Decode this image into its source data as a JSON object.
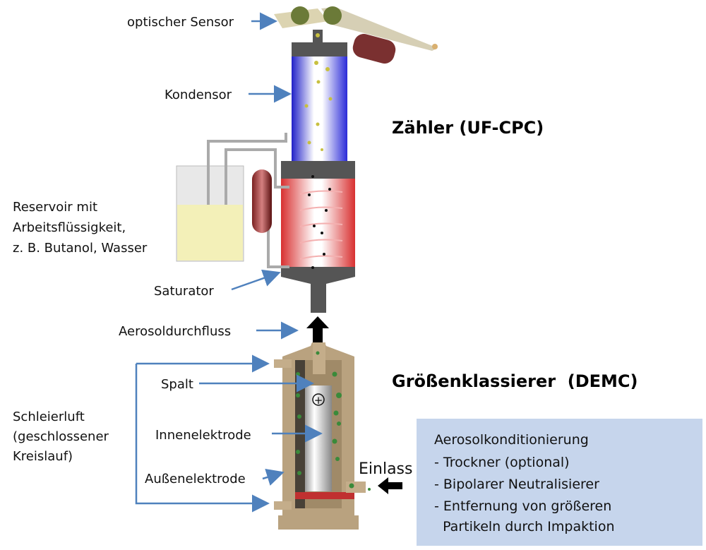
{
  "labels": {
    "optical_sensor": "optischer Sensor",
    "condenser": "Kondensor",
    "counter_title": "Zähler (UF-CPC)",
    "reservoir": [
      "Reservoir mit",
      "Arbeitsflüssigkeit,",
      "z. B. Butanol, Wasser"
    ],
    "saturator": "Saturator",
    "aerosol_flow": "Aerosoldurchfluss",
    "gap": "Spalt",
    "classifier_title": "Größenklassierer  (DEMC)",
    "sheath_air": [
      "Schleierluft",
      "(geschlossener",
      "Kreislauf)"
    ],
    "inner_electrode": "Innenelektrode",
    "outer_electrode": "Außenelektrode",
    "inlet": "Einlass",
    "plus_symbol": "+"
  },
  "conditioning_box": {
    "title": "Aerosolkonditionierung",
    "items": [
      "- Trockner (optional)",
      "- Bipolarer Neutralisierer",
      "- Entfernung von größeren",
      "  Partikeln durch Impaktion"
    ]
  },
  "colors": {
    "arrow": "#4f81bd",
    "box_bg": "#c6d5ec",
    "condenser": "#3a3ae0",
    "saturator": "#e03a3a",
    "demc_body": "#b9a27f"
  }
}
